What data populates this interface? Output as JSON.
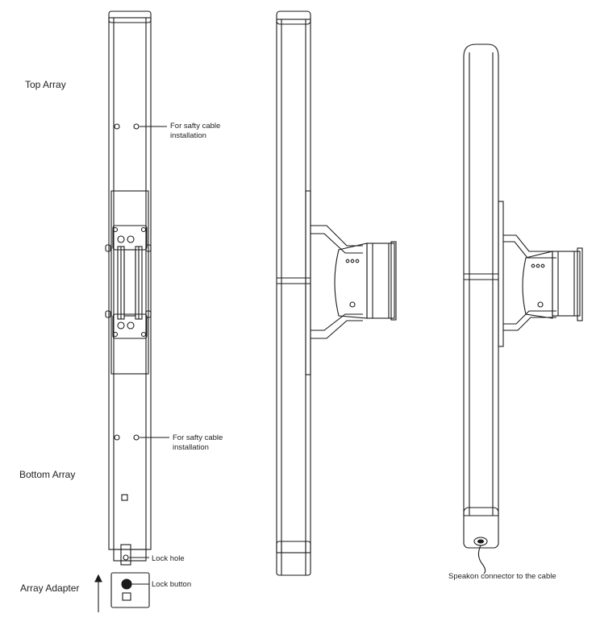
{
  "labels": {
    "top_array": "Top Array",
    "bottom_array": "Bottom Array",
    "array_adapter": "Array Adapter",
    "safety_cable_top": [
      "For safty cable",
      "installation"
    ],
    "safety_cable_bottom": [
      "For safty cable",
      "installation"
    ],
    "lock_hole": "Lock hole",
    "lock_button": "Lock button",
    "speakon": "Speakon connector to the cable"
  },
  "colors": {
    "line": "#1a1a1a",
    "fill": "#ffffff",
    "shade": "#d9d9d9"
  }
}
